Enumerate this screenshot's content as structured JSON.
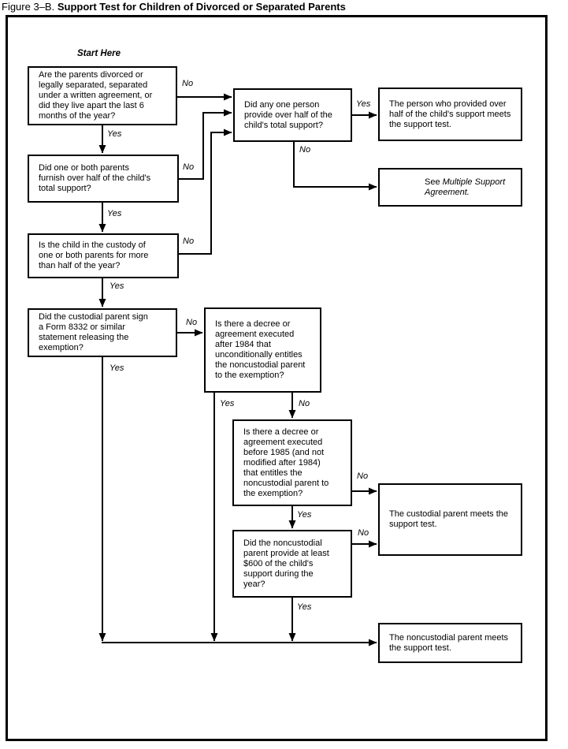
{
  "title": {
    "figure_label": "Figure 3–B.",
    "heading": "Support Test for Children of Divorced or Separated Parents"
  },
  "start_label": "Start Here",
  "branch_labels": {
    "yes": "Yes",
    "no": "No"
  },
  "nodes": {
    "parents_divorced": {
      "text": "Are the parents divorced or\nlegally separated, separated\nunder a written agreement, or\ndid they live apart the last 6\nmonths of the year?"
    },
    "parents_half_support": {
      "text": "Did one or both parents\nfurnish over half of the child's\ntotal support?"
    },
    "custody_half_year": {
      "text": "Is the child in the custody of\none or both parents for more\nthan half of the year?"
    },
    "form_8332": {
      "text": "Did the custodial parent sign\na Form 8332 or similar\nstatement releasing the\nexemption?"
    },
    "one_person_half_support": {
      "text": "Did any one person\nprovide over half of the\nchild's total support?"
    },
    "person_meets_test": {
      "text": "The person who provided over\nhalf of the child's support meets\nthe support test."
    },
    "see_msa": {
      "prefix": "See ",
      "italic": "Multiple Support\nAgreement."
    },
    "decree_after_1984": {
      "text": "Is there a decree or\nagreement executed\nafter 1984 that\nunconditionally entitles\nthe noncustodial parent\nto the exemption?"
    },
    "decree_before_1985": {
      "text": "Is there a decree or\nagreement executed\nbefore 1985 (and not\nmodified after 1984)\nthat entitles the\nnoncustodial parent to\nthe exemption?"
    },
    "noncustodial_600": {
      "text": "Did the noncustodial\nparent provide at least\n$600 of the child's\nsupport during the\nyear?"
    },
    "custodial_meets_test": {
      "text": "The custodial parent meets the\nsupport test."
    },
    "noncustodial_meets_test": {
      "text": "The noncustodial parent meets\nthe support test."
    }
  }
}
